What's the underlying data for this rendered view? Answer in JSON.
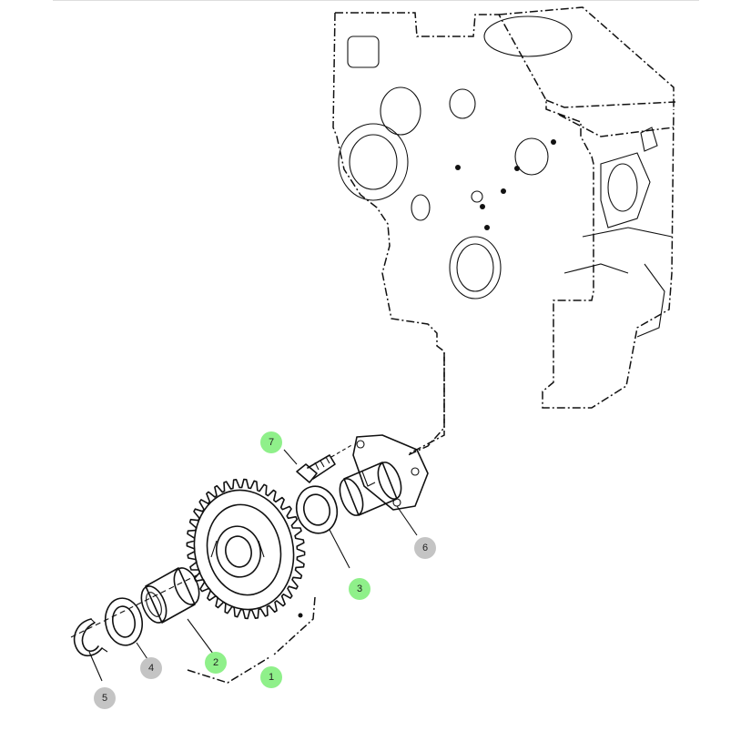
{
  "colors": {
    "callout_green": "#8ff08a",
    "callout_grey": "#c4c4c4",
    "line": "#111111"
  },
  "callouts": [
    {
      "id": "1",
      "label": "1",
      "state": "highlighted",
      "color": "green"
    },
    {
      "id": "2",
      "label": "2",
      "state": "highlighted",
      "color": "green"
    },
    {
      "id": "3",
      "label": "3",
      "state": "highlighted",
      "color": "green"
    },
    {
      "id": "4",
      "label": "4",
      "state": "normal",
      "color": "grey"
    },
    {
      "id": "5",
      "label": "5",
      "state": "normal",
      "color": "grey"
    },
    {
      "id": "6",
      "label": "6",
      "state": "normal",
      "color": "grey"
    },
    {
      "id": "7",
      "label": "7",
      "state": "highlighted",
      "color": "green"
    }
  ]
}
